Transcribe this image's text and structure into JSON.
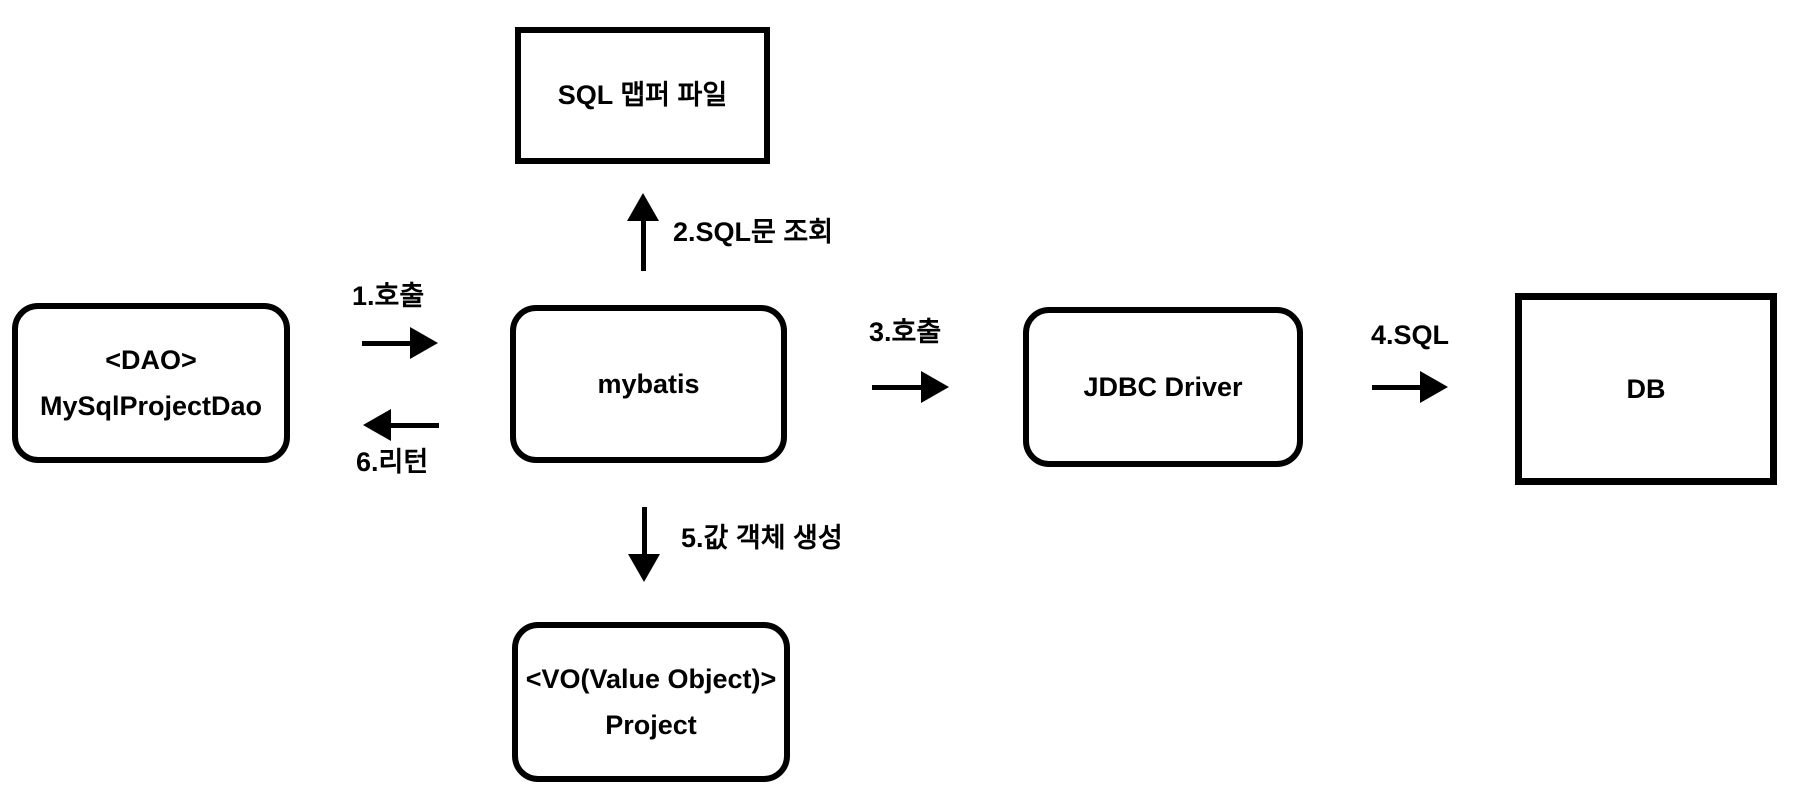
{
  "diagram": {
    "colors": {
      "stroke": "#000000",
      "background": "#ffffff",
      "text": "#000000"
    },
    "nodes": [
      {
        "id": "sql-mapper-file",
        "shape": "rectangle-sharp",
        "lines": [
          "SQL 맵퍼 파일"
        ]
      },
      {
        "id": "dao",
        "shape": "rectangle-rounded",
        "lines": [
          "<DAO>",
          "MySqlProjectDao"
        ]
      },
      {
        "id": "mybatis",
        "shape": "rectangle-rounded",
        "lines": [
          "mybatis"
        ]
      },
      {
        "id": "jdbc-driver",
        "shape": "rectangle-rounded",
        "lines": [
          "JDBC Driver"
        ]
      },
      {
        "id": "db",
        "shape": "rectangle-sharp",
        "lines": [
          "DB"
        ]
      },
      {
        "id": "vo-project",
        "shape": "rectangle-rounded",
        "lines": [
          "<VO(Value Object)>",
          "Project"
        ]
      }
    ],
    "edges": [
      {
        "id": "1",
        "label": "1.호출",
        "from": "dao",
        "to": "mybatis",
        "direction": "right"
      },
      {
        "id": "2",
        "label": "2.SQL문 조회",
        "from": "mybatis",
        "to": "sql-mapper-file",
        "direction": "up"
      },
      {
        "id": "3",
        "label": "3.호출",
        "from": "mybatis",
        "to": "jdbc-driver",
        "direction": "right"
      },
      {
        "id": "4",
        "label": "4.SQL",
        "from": "jdbc-driver",
        "to": "db",
        "direction": "right"
      },
      {
        "id": "5",
        "label": "5.값 객체 생성",
        "from": "mybatis",
        "to": "vo-project",
        "direction": "down"
      },
      {
        "id": "6",
        "label": "6.리턴",
        "from": "mybatis",
        "to": "dao",
        "direction": "left"
      }
    ]
  }
}
